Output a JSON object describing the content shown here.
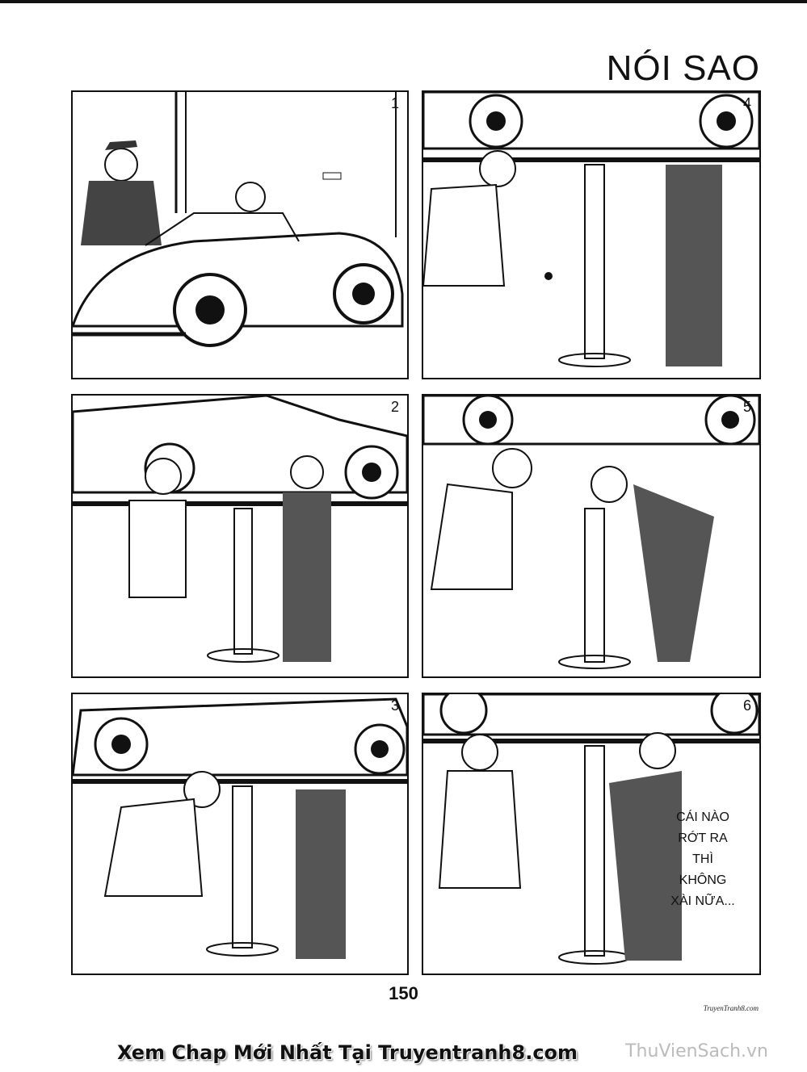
{
  "page": {
    "title": "NÓI SAO",
    "page_number": "150",
    "credit": "TruyenTranh8.com",
    "footer_banner": "Xem Chap Mới Nhất Tại Truyentranh8.com",
    "watermark": "ThuVienSach.vn"
  },
  "panels": [
    {
      "number": "1"
    },
    {
      "number": "2"
    },
    {
      "number": "3"
    },
    {
      "number": "4"
    },
    {
      "number": "5"
    },
    {
      "number": "6",
      "speech": "CÁI NÀO\nRỚT RA\nTHÌ\nKHÔNG\nXÀI NỮA..."
    }
  ]
}
